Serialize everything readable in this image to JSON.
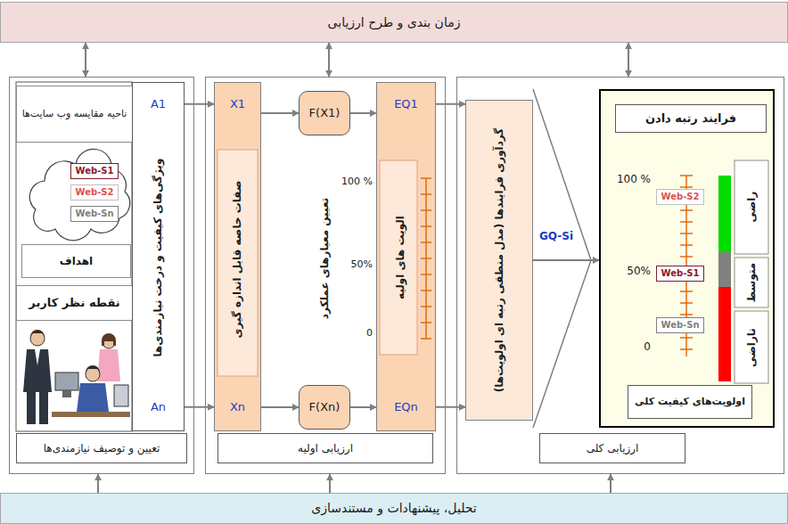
{
  "diagram": {
    "nodes": [
      {
        "text": [
          "زمان بندی و طرح ارزیابی"
        ]
      },
      {
        "text": [
          "تعیین و توصیف نیازمندی‌ها"
        ]
      },
      {
        "text": [
          "ناحیه مقایسه وب سایت‌ها"
        ],
        "in": 1
      },
      {
        "text": [
          "Web-S1"
        ],
        "in": 1
      },
      {
        "text": [
          "Web-S2"
        ],
        "in": 1
      },
      {
        "text": [
          "Web-Sn"
        ],
        "in": 1
      },
      {
        "text": [
          "اهداف"
        ],
        "in": 1
      },
      {
        "text": [
          "نقطه نظر کاربر"
        ],
        "in": 1
      },
      {
        "text": [
          "A1",
          "ویژگی‌های کیفیت و درخت نیازمندی‌ها",
          "An"
        ],
        "in": 1
      },
      {
        "text": [
          "ارزیابی اولیه"
        ]
      },
      {
        "text": [
          "X1",
          "صفات خاصه قابل اندازه گیری",
          "Xn"
        ],
        "in": 9
      },
      {
        "text": [
          "F(X1)"
        ],
        "in": 9
      },
      {
        "text": [
          "F(Xn)"
        ],
        "in": 9
      },
      {
        "text": [
          "EQ1",
          "الویت های اولیه",
          "EQn"
        ],
        "in": 9
      },
      {
        "text": [
          "ارزیابی کلی"
        ]
      },
      {
        "text": [
          "گردآوری فرایندها (مدل منطقی رتبه ای اولویت‌ها)"
        ],
        "in": 14
      },
      {
        "text": [
          "فرایند رتبه دادن",
          "اولویت‌های کیفیت کلی"
        ],
        "in": 14
      },
      {
        "text": [
          "Web-S2"
        ],
        "in": 16
      },
      {
        "text": [
          "Web-S1"
        ],
        "in": 16
      },
      {
        "text": [
          "Web-Sn"
        ],
        "in": 16
      },
      {
        "text": [
          "تحلیل، پیشنهادات و مستندسازی"
        ]
      }
    ],
    "edges": [
      {
        "from": 0,
        "to": 1,
        "arrow": "both"
      },
      {
        "from": 0,
        "to": 9,
        "arrow": "both"
      },
      {
        "from": 0,
        "to": 14,
        "arrow": "both"
      },
      {
        "from": 20,
        "to": 1,
        "arrow": "to"
      },
      {
        "from": 20,
        "to": 9,
        "arrow": "to"
      },
      {
        "from": 20,
        "to": 14,
        "arrow": "to"
      },
      {
        "from": 8,
        "to": 10,
        "arrow": "to"
      },
      {
        "from": 8,
        "to": 10,
        "arrow": "to"
      },
      {
        "from": 10,
        "to": 11,
        "arrow": "to"
      },
      {
        "from": 10,
        "to": 12,
        "arrow": "to"
      },
      {
        "from": 11,
        "to": 13,
        "arrow": "to"
      },
      {
        "from": 12,
        "to": 13,
        "arrow": "to"
      },
      {
        "from": 13,
        "to": 15,
        "arrow": "to"
      },
      {
        "from": 13,
        "to": 15,
        "arrow": "to"
      },
      {
        "from": 15,
        "to": 16,
        "label": "GQ-Si",
        "arrow": "to"
      }
    ],
    "labels": [
      "تعیین معیارهای عملکرد",
      "100 %",
      "50%",
      "0",
      "100 %",
      "50%",
      "0",
      "راضی",
      "متوسط",
      "ناراضی"
    ]
  }
}
